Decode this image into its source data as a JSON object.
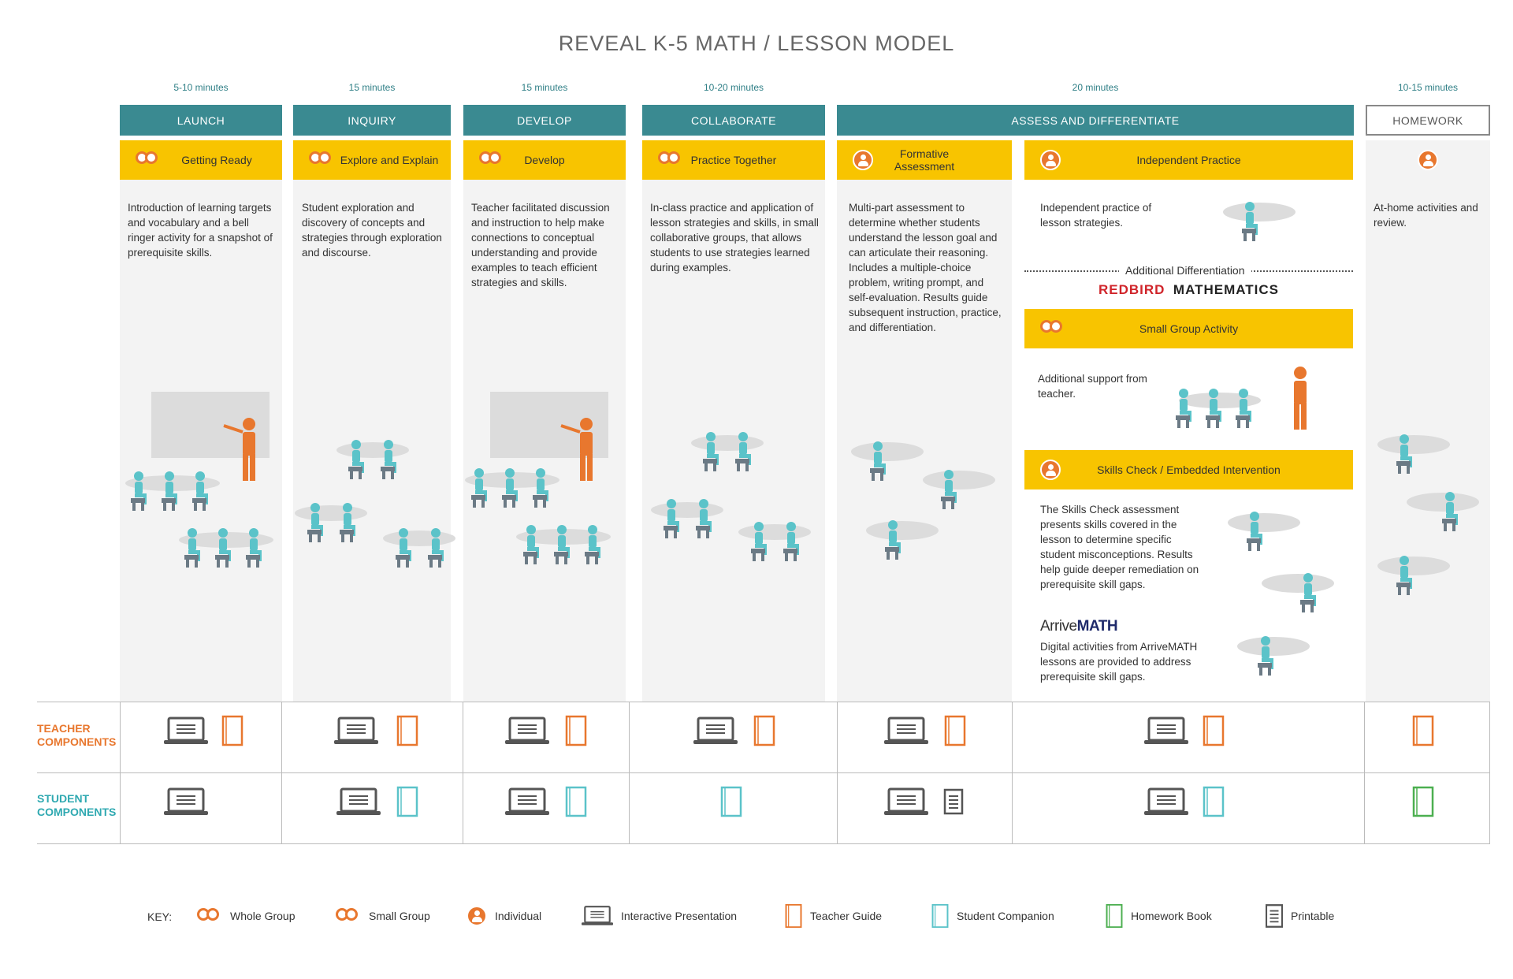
{
  "title": "REVEAL K-5 MATH / LESSON MODEL",
  "phases": [
    {
      "duration": "5-10 minutes",
      "name": "LAUNCH",
      "activity": "Getting Ready",
      "description": "Introduction of learning targets and vocabulary and a bell ringer activity for a snapshot of prerequisite skills."
    },
    {
      "duration": "15 minutes",
      "name": "INQUIRY",
      "activity": "Explore and Explain",
      "description": "Student exploration and discovery of concepts and strategies through exploration and discourse."
    },
    {
      "duration": "15 minutes",
      "name": "DEVELOP",
      "activity": "Develop",
      "description": "Teacher facilitated discussion and instruction to help make connections to conceptual understanding and provide examples to teach efficient strategies and skills."
    },
    {
      "duration": "10-20 minutes",
      "name": "COLLABORATE",
      "activity": "Practice Together",
      "description": "In-class practice and application of lesson strategies and skills, in small collaborative groups, that allows students to use strategies learned during examples."
    },
    {
      "duration": "20 minutes",
      "name": "ASSESS AND DIFFERENTIATE",
      "activity": "Formative Assessment",
      "description": "Multi-part assessment to determine whether students understand the lesson goal and can articulate their reasoning. Includes a multiple-choice problem, writing prompt, and self-evaluation. Results guide subsequent instruction, practice, and differentiation."
    },
    {
      "duration": "10-15 minutes",
      "name": "HOMEWORK",
      "activity": "",
      "description": "At-home activities and review."
    }
  ],
  "independent": {
    "activity": "Independent Practice",
    "description": "Independent practice of lesson strategies.",
    "additional_label": "Additional Differentiation",
    "redbird_red": "REDBIRD",
    "redbird_dark": "MATHEMATICS",
    "small_group": "Small Group Activity",
    "small_group_desc": "Additional support from teacher.",
    "skills_check": "Skills Check / Embedded Intervention",
    "skills_check_desc": "The Skills Check assessment presents skills covered in the lesson to determine specific student misconceptions. Results help guide deeper remediation on prerequisite skill gaps.",
    "arrive_a": "Arrive",
    "arrive_b": "MATH",
    "arrive_desc": "Digital activities from ArriveMATH lessons are provided to address prerequisite skill gaps."
  },
  "components": {
    "teacher_label_1": "TEACHER",
    "teacher_label_2": "COMPONENTS",
    "student_label_1": "STUDENT",
    "student_label_2": "COMPONENTS"
  },
  "key": {
    "label": "KEY:",
    "items": [
      "Whole Group",
      "Small Group",
      "Individual",
      "Interactive Presentation",
      "Teacher Guide",
      "Student Companion",
      "Homework Book",
      "Printable"
    ]
  },
  "colors": {
    "teal": "#3a8a91",
    "yellow": "#f8c400",
    "orange": "#e8772e",
    "student_blue": "#5bc3c9",
    "teacher_orange": "#e8772e",
    "homework_green": "#4caf50",
    "redbird_red": "#d0242a",
    "arrive_navy": "#1f2a6b"
  }
}
